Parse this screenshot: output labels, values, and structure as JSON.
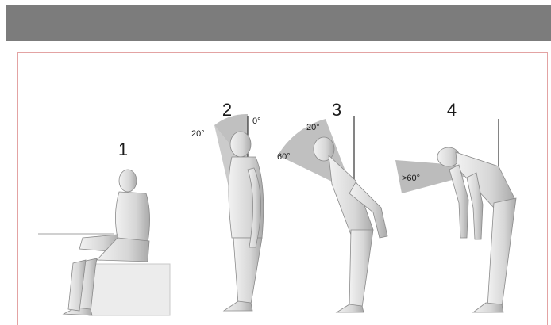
{
  "colors": {
    "top_bar": "#7c7c7c",
    "frame_border": "#e3a3a3",
    "sector_fill": "#b5b5b5",
    "figure_fill": "#dcdcdc",
    "figure_stroke": "#8a8a8a",
    "reference_line": "#333333"
  },
  "postures": [
    {
      "number": "1",
      "angles": []
    },
    {
      "number": "2",
      "angles": [
        "20°",
        "0°"
      ]
    },
    {
      "number": "3",
      "angles": [
        "20°",
        "60°"
      ]
    },
    {
      "number": "4",
      "angles": [
        ">60°"
      ]
    }
  ]
}
